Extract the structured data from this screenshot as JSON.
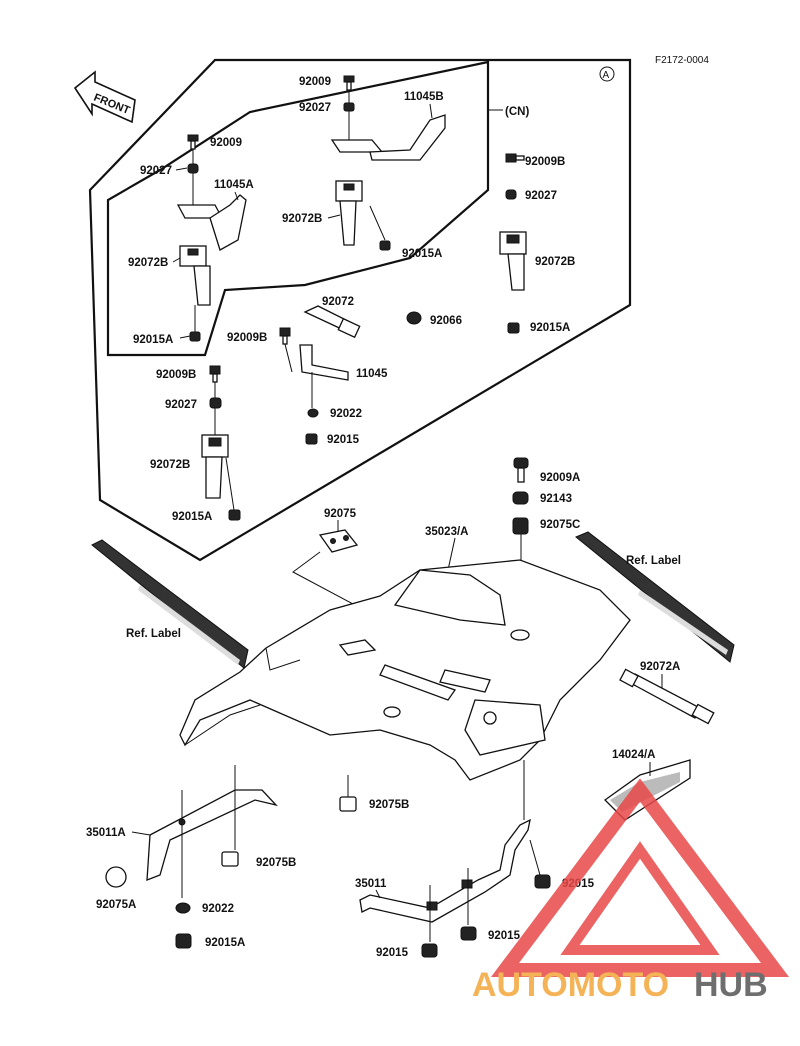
{
  "diagram": {
    "code": "F2172-0004",
    "marker": "A",
    "front_label": "FRONT",
    "cn_label": "(CN)",
    "ref_label_left": "Ref. Label",
    "ref_label_right": "Ref. Label",
    "parts": {
      "p92009_top": "92009",
      "p92027_top": "92027",
      "p11045B": "11045B",
      "p92009_left": "92009",
      "p92027_left": "92027",
      "p11045A": "11045A",
      "p92072B_mid": "92072B",
      "p92072B_left": "92072B",
      "p92015A_mid": "92015A",
      "p92015A_left": "92015A",
      "p92009B_right": "92009B",
      "p92027_right": "92027",
      "p92072B_right": "92072B",
      "p92015A_right": "92015A",
      "p92072": "92072",
      "p92066": "92066",
      "p92009B_mid": "92009B",
      "p11045": "11045",
      "p92022_mid": "92022",
      "p92015_mid": "92015",
      "p92009B_low": "92009B",
      "p92027_low": "92027",
      "p92072B_low": "92072B",
      "p92015A_low": "92015A",
      "p92009A": "92009A",
      "p92143": "92143",
      "p92075C": "92075C",
      "p92075": "92075",
      "p35023A": "35023/A",
      "p92072A": "92072A",
      "p14024A": "14024/A",
      "p92075B_center": "92075B",
      "p35011A": "35011A",
      "p92075B_low": "92075B",
      "p92075A": "92075A",
      "p92022_low": "92022",
      "p92015A_bottom": "92015A",
      "p35011": "35011",
      "p92015_right": "92015",
      "p92015_bot_right": "92015",
      "p92015_bot": "92015"
    }
  },
  "watermark": {
    "part1": "AUTOMOTO",
    "part2": "HUB",
    "color1": "#f4a63a",
    "color2": "#555555",
    "triangle_color": "#e84848"
  }
}
